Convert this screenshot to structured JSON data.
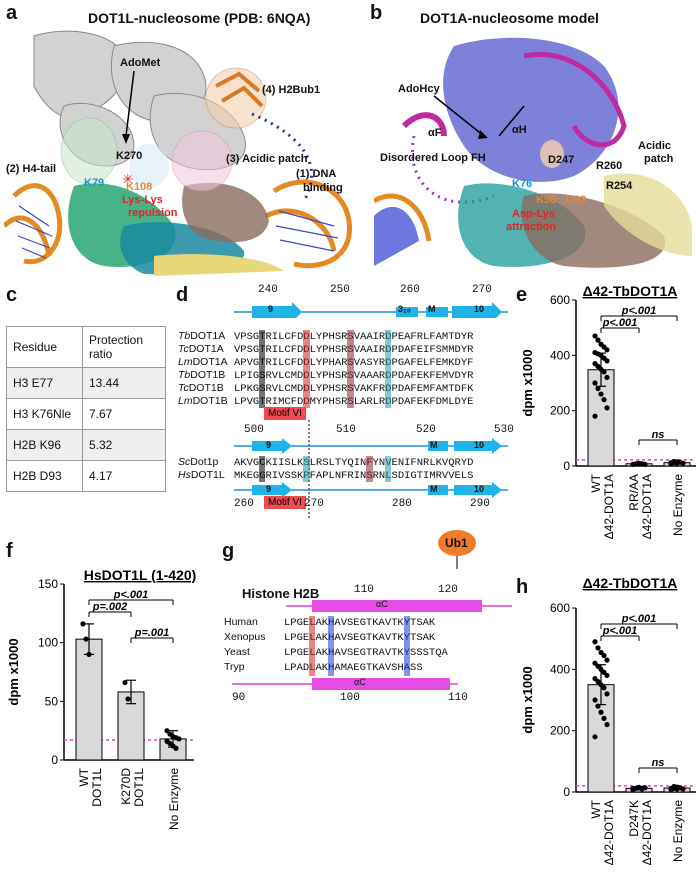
{
  "panels": {
    "a": {
      "letter": "a",
      "title": "DOT1L-nucleosome (PDB: 6NQA)",
      "labels": {
        "adomet": "AdoMet",
        "h2bub1": "(4) H2Bub1",
        "k270": "K270",
        "h4tail": "(2) H4-tail",
        "acidic": "(3) Acidic patch",
        "dna1": "(1) DNA",
        "dna2": "binding",
        "k79": "K79",
        "k108": "K108",
        "lys1": "Lys-Lys",
        "lys2": "repulsion"
      }
    },
    "b": {
      "letter": "b",
      "title": "DOT1A-nucleosome model",
      "labels": {
        "adohcy": "AdoHcy",
        "af": "αF",
        "ah": "αH",
        "loop": "Disordered Loop FH",
        "d247": "D247",
        "r260": "R260",
        "acid1": "Acidic",
        "acid2": "patch",
        "r254": "R254",
        "k76": "K76",
        "k96": "K96",
        "d93": "D93",
        "asp1": "Asp-Lys",
        "asp2": "attraction"
      }
    },
    "c": {
      "letter": "c",
      "header": [
        "Residue",
        "Protection ratio"
      ],
      "rows": [
        [
          "H3 E77",
          "13.44"
        ],
        [
          "H3 K76Nle",
          "7.67"
        ],
        [
          "H2B K96",
          "5.32"
        ],
        [
          "H2B D93",
          "4.17"
        ]
      ]
    },
    "d": {
      "letter": "d",
      "top_numbers": [
        "240",
        "250",
        "260",
        "270"
      ],
      "top_ss": [
        "9",
        "3₁₀",
        "M",
        "10"
      ],
      "rows": [
        {
          "name_it": "Tb",
          "name": "DOT1A",
          "seq": "VPSGTRILCFDDLYPHSRSVAAIRDPEAFRLFAMTDYR"
        },
        {
          "name_it": "Tc",
          "name": "DOT1A",
          "seq": "VPSGTRILCFDDLYPHSRSVAAIRDPDAFEIFSMMDYR"
        },
        {
          "name_it": "Lm",
          "name": "DOT1A",
          "seq": "APVGTRILCFDDLYPHARSVASYRDPGAFELFEMKDYF"
        },
        {
          "name_it": "Tb",
          "name": "DOT1B",
          "seq": "LPIGSRVLCMDDLYPHSRSVAAARDPDAFEKFEMVDYR"
        },
        {
          "name_it": "Tc",
          "name": "DOT1B",
          "seq": "LPKGSRVLCMDDLYPHSRSVAKFRDPDAFEMFAMTDFK"
        },
        {
          "name_it": "Lm",
          "name": "DOT1B",
          "seq": "LPVGTRIMCFDDMYPHSRSLARLRDPDAFEKFDMLDYE"
        }
      ],
      "motif": "Motif VI",
      "mid_numbers": [
        "500",
        "510",
        "520",
        "530"
      ],
      "mid_ss": [
        "9",
        "M",
        "10"
      ],
      "rows2": [
        {
          "name_it": "Sc",
          "name": "Dot1p",
          "seq": "AKVGCKIISLKSLRSLTYQINFYNVENIFNRLKVQRYD"
        },
        {
          "name_it": "Hs",
          "name": "DOT1L",
          "seq": "MKEGGRIVSSKPFAPLNFRINSRNLSDIGTIMRVVELS"
        }
      ],
      "bottom_numbers": [
        "260",
        "270",
        "280",
        "290"
      ],
      "bottom_ss": [
        "9",
        "M",
        "10"
      ]
    },
    "e": {
      "letter": "e"
    },
    "f": {
      "letter": "f"
    },
    "g": {
      "letter": "g",
      "ub": "Ub1",
      "title": "Histone H2B",
      "top_numbers": [
        "110",
        "120"
      ],
      "helix": "αC",
      "bottom_numbers": [
        "90",
        "100",
        "110"
      ],
      "rows": [
        {
          "name": "Human",
          "seq": "LPGELAKHAVSEGTKAVTKYTSAK"
        },
        {
          "name": "Xenopus",
          "seq": "LPGELAKHAVSEGTKAVTKYTSAK"
        },
        {
          "name": "Yeast",
          "seq": "LPGELAKHAVSEGTRAVTKYSSSTQA"
        },
        {
          "name": "Tryp",
          "seq": "LPADLAKHAMAEGTKAVSHASS"
        }
      ]
    },
    "h": {
      "letter": "h"
    }
  },
  "chart_data": [
    {
      "panel": "e",
      "type": "bar",
      "title": "Δ42-TbDOT1A",
      "title_it": "Tb",
      "ylabel": "dpm x1000",
      "ylim": [
        0,
        600
      ],
      "yticks": [
        "0",
        "200",
        "400",
        "600"
      ],
      "categories": [
        "WT\nΔ42-DOT1A",
        "RR/AA\nΔ42-DOT1A",
        "No Enzyme"
      ],
      "cat_lines": [
        [
          "WT",
          "Δ42-DOT1A"
        ],
        [
          "RR/AA",
          "Δ42-DOT1A"
        ],
        [
          "No Enzyme"
        ]
      ],
      "values": [
        348,
        8,
        12
      ],
      "errors": [
        60,
        3,
        5
      ],
      "points": [
        [
          470,
          455,
          440,
          430,
          420,
          410,
          405,
          400,
          390,
          380,
          370,
          360,
          350,
          340,
          320,
          300,
          280,
          260,
          240,
          210,
          180
        ],
        [
          6,
          8,
          10,
          8,
          6
        ],
        [
          8,
          12,
          15,
          14,
          10,
          12,
          16,
          10
        ]
      ],
      "baseline": 22,
      "sig": [
        "p<.001",
        "p<.001",
        "ns"
      ]
    },
    {
      "panel": "f",
      "type": "bar",
      "title": "HsDOT1L (1-420)",
      "title_it": "Hs",
      "ylabel": "dpm x1000",
      "ylim": [
        0,
        150
      ],
      "yticks": [
        "0",
        "50",
        "100",
        "150"
      ],
      "cat_lines": [
        [
          "WT",
          "DOT1L"
        ],
        [
          "K270D",
          "DOT1L"
        ],
        [
          "No Enzyme"
        ]
      ],
      "values": [
        103,
        58,
        18
      ],
      "errors": [
        13,
        10,
        7
      ],
      "points": [
        [
          116,
          103,
          90
        ],
        [
          66,
          52
        ],
        [
          25,
          22,
          20,
          19,
          18,
          16,
          14,
          12,
          10
        ]
      ],
      "baseline": 17,
      "sig": [
        "p<.001",
        "p=.002",
        "p=.001"
      ]
    },
    {
      "panel": "h",
      "type": "bar",
      "title": "Δ42-TbDOT1A",
      "title_it": "Tb",
      "ylabel": "dpm x1000",
      "ylim": [
        0,
        600
      ],
      "yticks": [
        "0",
        "200",
        "400",
        "600"
      ],
      "cat_lines": [
        [
          "WT",
          "Δ42-DOT1A"
        ],
        [
          "D247K",
          "Δ42-DOT1A"
        ],
        [
          "No Enzyme"
        ]
      ],
      "values": [
        350,
        12,
        13
      ],
      "errors": [
        65,
        5,
        5
      ],
      "points": [
        [
          490,
          470,
          455,
          445,
          430,
          420,
          410,
          400,
          390,
          380,
          370,
          360,
          350,
          340,
          320,
          300,
          280,
          260,
          240,
          220,
          180
        ],
        [
          8,
          12,
          15,
          10,
          14,
          12
        ],
        [
          8,
          12,
          16,
          14,
          10,
          12,
          18,
          10
        ]
      ],
      "baseline": 20,
      "sig": [
        "p<.001",
        "p<.001",
        "ns"
      ]
    }
  ],
  "colors": {
    "grey": "#d9d9d9",
    "pink": "#e040d0",
    "blue": "#1e90d8",
    "red": "#d81f26",
    "teal": "#2a9aa8",
    "black": "#111111",
    "magenta": "#e64de6",
    "orange": "#e8843c"
  }
}
